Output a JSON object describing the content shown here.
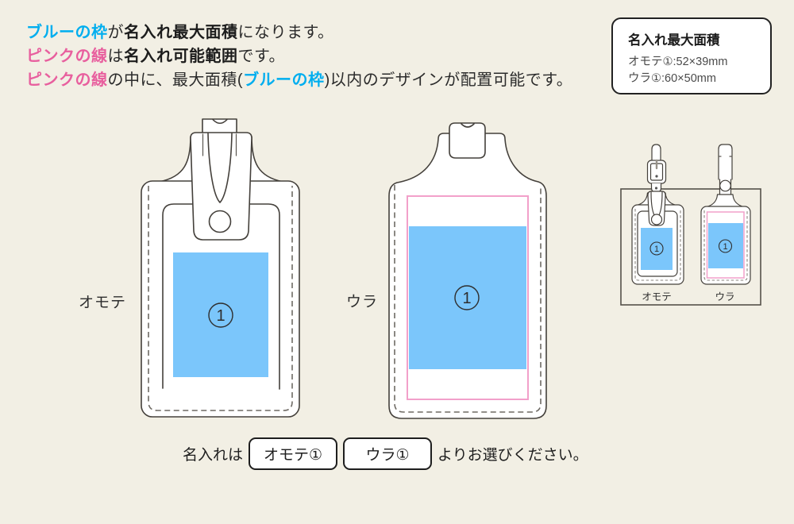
{
  "colors": {
    "background": "#f2efe4",
    "blue-fill": "#7bc6fb",
    "pink-line": "#f2a0ca",
    "blue-text": "#00aeef",
    "pink-text": "#e85f9e",
    "outline": "#44403b"
  },
  "intro": {
    "line1": {
      "s1": "ブルーの枠",
      "s2": "が",
      "s3": "名入れ最大面積",
      "s4": "になります。"
    },
    "line2": {
      "s1": "ピンクの線",
      "s2": "は",
      "s3": "名入れ可能範囲",
      "s4": "です。"
    },
    "line3": {
      "s1": "ピンクの線",
      "s2": "の中に、最大面積(",
      "s3": "ブルーの枠",
      "s4": ")以内のデザインが配置可能です。"
    }
  },
  "info_box": {
    "title": "名入れ最大面積",
    "line1": "オモテ①:52×39mm",
    "line2": "ウラ①:60×50mm"
  },
  "diagram": {
    "front_label": "オモテ",
    "back_label": "ウラ",
    "area_number": "1"
  },
  "thumbnails": {
    "front_label": "オモテ",
    "back_label": "ウラ",
    "area_number": "1"
  },
  "footer": {
    "prefix": "名入れは",
    "front_button": "オモテ①",
    "back_button": "ウラ①",
    "suffix": "よりお選びください。"
  }
}
